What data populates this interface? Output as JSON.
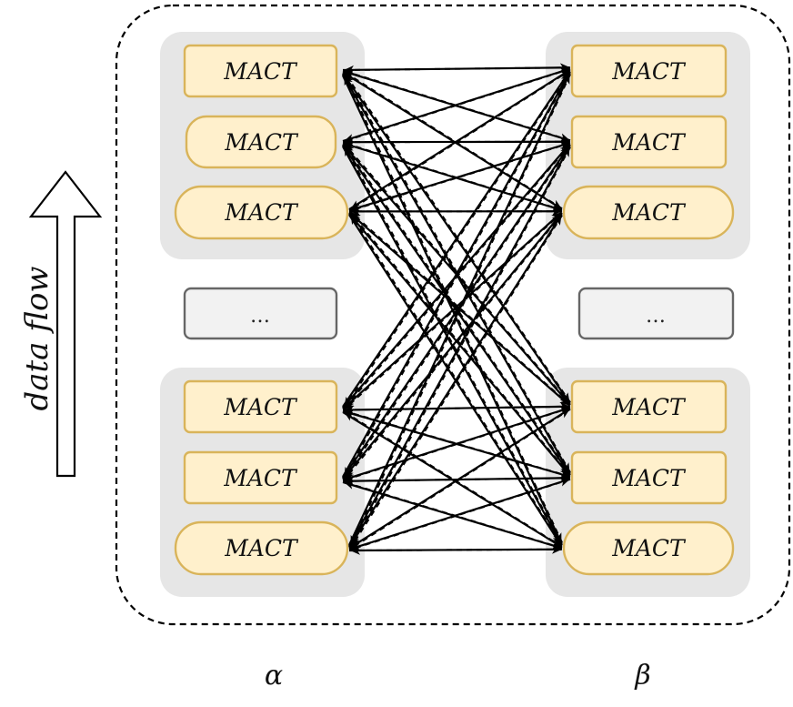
{
  "colors": {
    "node_fill": "#fff0cc",
    "node_stroke": "#d9b45a",
    "group_fill": "#e6e6e6",
    "ellipsis_fill": "#f2f2f2",
    "ellipsis_stroke": "#666666",
    "edge": "#000000"
  },
  "flow_label": "data flow",
  "columns": [
    {
      "label": "α",
      "groups": [
        {
          "nodes": [
            {
              "label": "MACT"
            },
            {
              "label": "MACT"
            },
            {
              "label": "MACT"
            }
          ]
        },
        {
          "nodes": [
            {
              "label": "MACT"
            },
            {
              "label": "MACT"
            },
            {
              "label": "MACT"
            }
          ]
        }
      ],
      "ellipsis": "…"
    },
    {
      "label": "β",
      "groups": [
        {
          "nodes": [
            {
              "label": "MACT"
            },
            {
              "label": "MACT"
            },
            {
              "label": "MACT"
            }
          ]
        },
        {
          "nodes": [
            {
              "label": "MACT"
            },
            {
              "label": "MACT"
            },
            {
              "label": "MACT"
            }
          ]
        }
      ],
      "ellipsis": "…"
    }
  ]
}
